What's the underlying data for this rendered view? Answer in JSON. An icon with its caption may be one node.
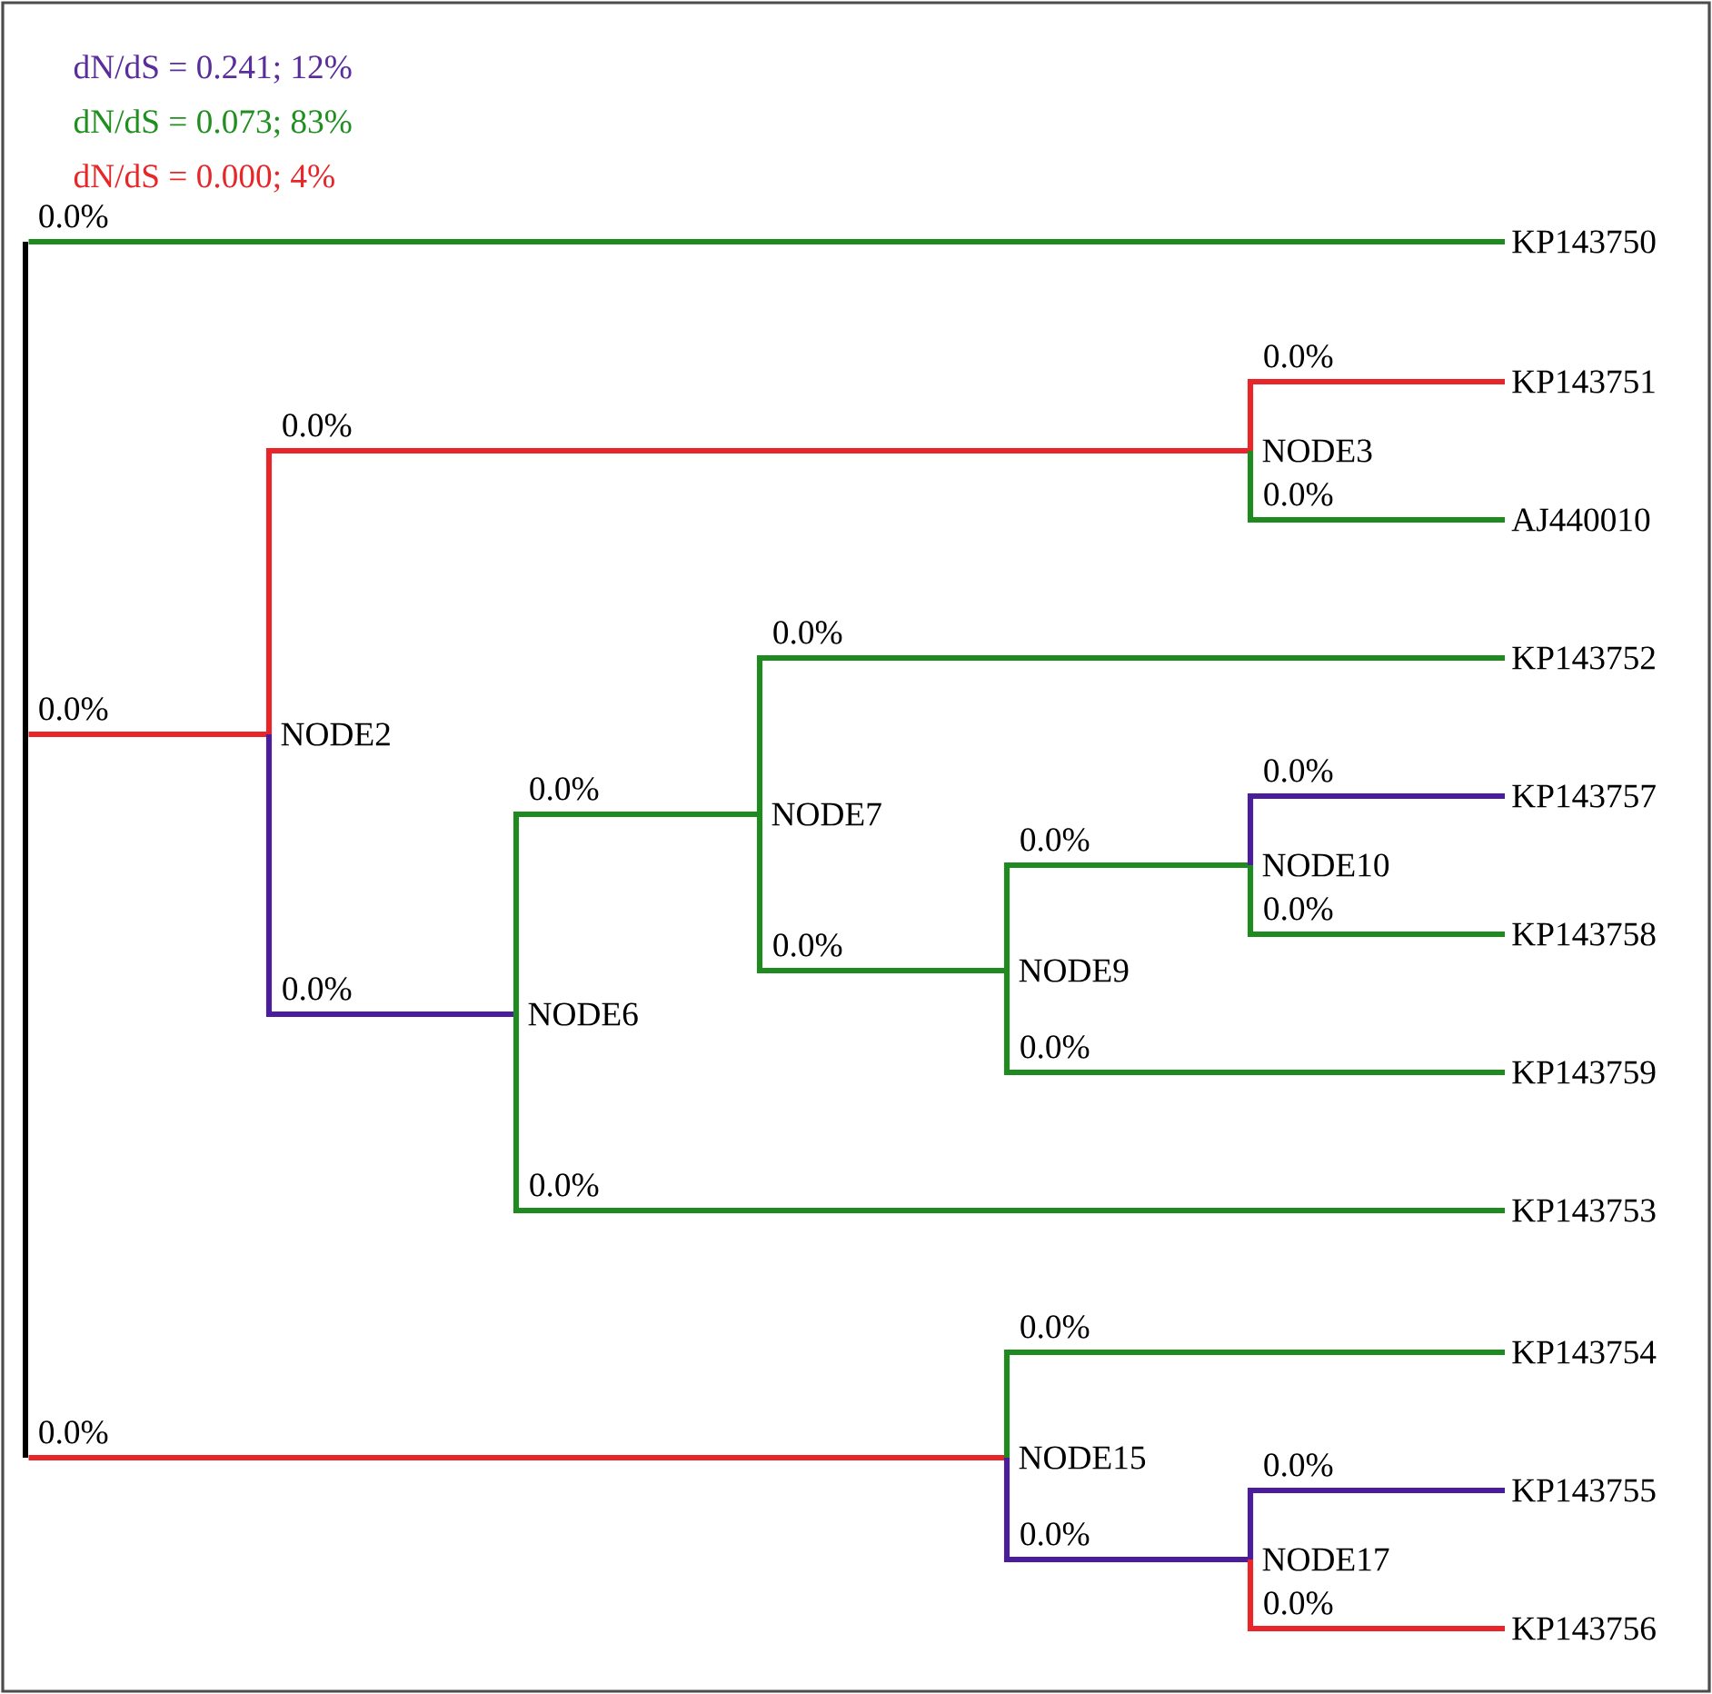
{
  "diagram": {
    "nodes": [
      {
        "text": [],
        "shape": "bar"
      },
      {
        "text": [
          "KP143750"
        ]
      },
      {
        "text": [
          "NODE2"
        ]
      },
      {
        "text": [
          "NODE3"
        ]
      },
      {
        "text": [
          "KP143751"
        ]
      },
      {
        "text": [
          "AJ440010"
        ]
      },
      {
        "text": [
          "NODE6"
        ]
      },
      {
        "text": [
          "NODE7"
        ]
      },
      {
        "text": [
          "KP143752"
        ]
      },
      {
        "text": [
          "NODE9"
        ]
      },
      {
        "text": [
          "NODE10"
        ]
      },
      {
        "text": [
          "KP143757"
        ]
      },
      {
        "text": [
          "KP143758"
        ]
      },
      {
        "text": [
          "KP143759"
        ]
      },
      {
        "text": [
          "KP143753"
        ]
      },
      {
        "text": [
          "NODE15"
        ]
      },
      {
        "text": [
          "KP143754"
        ]
      },
      {
        "text": [
          "NODE17"
        ]
      },
      {
        "text": [
          "KP143755"
        ]
      },
      {
        "text": [
          "KP143756"
        ]
      }
    ],
    "edges": [
      {
        "from": 0,
        "to": 1,
        "arrow": "none",
        "label": "0.0%"
      },
      {
        "from": 0,
        "to": 2,
        "arrow": "none",
        "label": "0.0%",
        "color": "#e8262a"
      },
      {
        "from": 0,
        "to": 15,
        "arrow": "none",
        "label": "0.0%",
        "color": "#e8262a"
      },
      {
        "from": 2,
        "to": 3,
        "arrow": "none",
        "label": "0.0%",
        "color": "#e8262a"
      },
      {
        "from": 2,
        "to": 6,
        "arrow": "none",
        "label": "0.0%",
        "color": "#4b1c9c"
      },
      {
        "from": 3,
        "to": 4,
        "arrow": "none",
        "label": "0.0%",
        "color": "#e8262a"
      },
      {
        "from": 3,
        "to": 5,
        "arrow": "none",
        "label": "0.0%"
      },
      {
        "from": 6,
        "to": 7,
        "arrow": "none",
        "label": "0.0%"
      },
      {
        "from": 6,
        "to": 14,
        "arrow": "none",
        "label": "0.0%"
      },
      {
        "from": 7,
        "to": 8,
        "arrow": "none",
        "label": "0.0%"
      },
      {
        "from": 7,
        "to": 9,
        "arrow": "none",
        "label": "0.0%"
      },
      {
        "from": 9,
        "to": 10,
        "arrow": "none",
        "label": "0.0%"
      },
      {
        "from": 9,
        "to": 13,
        "arrow": "none",
        "label": "0.0%"
      },
      {
        "from": 10,
        "to": 11,
        "arrow": "none",
        "label": "0.0%",
        "color": "#4b1c9c"
      },
      {
        "from": 10,
        "to": 12,
        "arrow": "none",
        "label": "0.0%"
      },
      {
        "from": 15,
        "to": 16,
        "arrow": "none",
        "label": "0.0%"
      },
      {
        "from": 15,
        "to": 17,
        "arrow": "none",
        "label": "0.0%",
        "color": "#4b1c9c"
      },
      {
        "from": 17,
        "to": 18,
        "arrow": "none",
        "label": "0.0%",
        "color": "#4b1c9c"
      },
      {
        "from": 17,
        "to": 19,
        "arrow": "none",
        "label": "0.0%",
        "color": "#e8262a"
      }
    ],
    "legend": [
      {
        "text": "dN/dS = 0.241; 12%",
        "color": "#5a2d9c"
      },
      {
        "text": "dN/dS = 0.073; 83%",
        "color": "#1f8f1f"
      },
      {
        "text": "dN/dS = 0.000; 4%",
        "color": "#e8262a"
      }
    ]
  }
}
